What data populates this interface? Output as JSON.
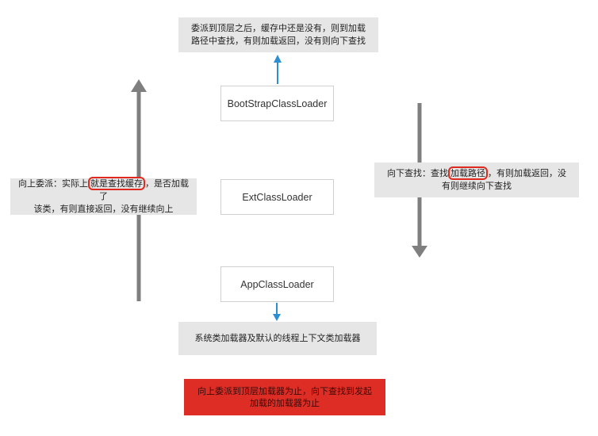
{
  "top_note": {
    "line1": "委派到顶层之后，缓存中还是没有，则到加载",
    "line2": "路径中查找，有则加载返回，没有则向下查找"
  },
  "nodes": {
    "bootstrap": "BootStrapClassLoader",
    "ext": "ExtClassLoader",
    "app": "AppClassLoader"
  },
  "left_note": {
    "pre": "向上委派：实际上",
    "highlight": "就是查找缓存",
    "post": "，是否加载了",
    "line2": "该类，有则直接返回，没有继续向上"
  },
  "right_note": {
    "pre": "向下查找：查找",
    "highlight": "加载路径",
    "post": "，有则加载返回，没",
    "line2": "有则继续向下查找"
  },
  "bottom_note": "系统类加载器及默认的线程上下文类加载器",
  "conclusion": {
    "line1": "向上委派到顶层加载器为止，向下查找到发起",
    "line2": "加载的加载器为止"
  },
  "colors": {
    "note_bg": "#e6e6e6",
    "big_arrow": "#7f7f7f",
    "small_arrow": "#2e8fd0",
    "highlight_border": "#e02a1f",
    "conclusion_bg": "#dd2d25"
  }
}
